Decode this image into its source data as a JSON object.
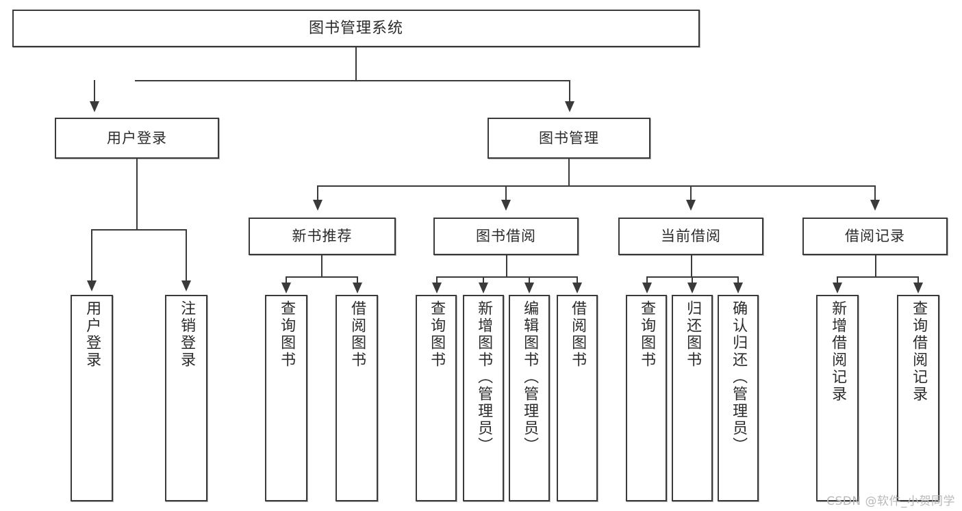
{
  "diagram": {
    "title": "图书管理系统",
    "type": "tree",
    "orientation": "top-down",
    "watermark": "CSDN @软件_小贺同学",
    "colors": {
      "background": "#ffffff",
      "box_border": "#3a3a3a",
      "box_fill": "#ffffff",
      "text": "#2b2b2b",
      "connector": "#3a3a3a",
      "watermark": "#b9b9b9"
    },
    "nodes": {
      "root": {
        "label": "图书管理系统"
      },
      "level1": [
        {
          "label": "用户登录"
        },
        {
          "label": "图书管理"
        }
      ],
      "level2": [
        {
          "label": "新书推荐"
        },
        {
          "label": "图书借阅"
        },
        {
          "label": "当前借阅"
        },
        {
          "label": "借阅记录"
        }
      ],
      "leaves": {
        "user_login": [
          {
            "label": "用户登录"
          },
          {
            "label": "注销登录"
          }
        ],
        "new_book": [
          {
            "label": "查询图书"
          },
          {
            "label": "借阅图书"
          }
        ],
        "book_borrow": [
          {
            "label": "查询图书"
          },
          {
            "label": "新增图书（管理员）"
          },
          {
            "label": "编辑图书（管理员）"
          },
          {
            "label": "借阅图书"
          }
        ],
        "current_borrow": [
          {
            "label": "查询图书"
          },
          {
            "label": "归还图书"
          },
          {
            "label": "确认归还（管理员）"
          }
        ],
        "borrow_record": [
          {
            "label": "新增借阅记录"
          },
          {
            "label": "查询借阅记录"
          }
        ]
      }
    }
  }
}
